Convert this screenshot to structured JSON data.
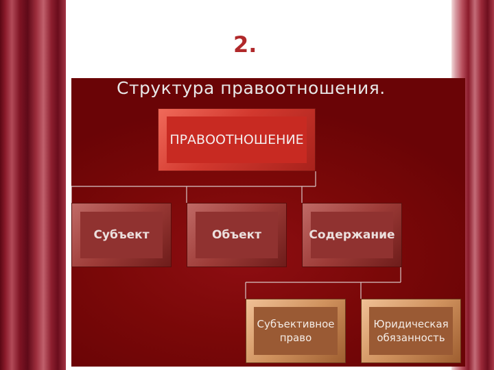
{
  "slide": {
    "number": "2."
  },
  "diagram": {
    "title": "Структура  правоотношения.",
    "root": "ПРАВООТНОШЕНИЕ",
    "level2": [
      "Субъект",
      "Объект",
      "Содержание"
    ],
    "level3": [
      {
        "line1": "Субъективное",
        "line2": "право"
      },
      {
        "line1": "Юридическая",
        "line2": "обязанность"
      }
    ]
  }
}
